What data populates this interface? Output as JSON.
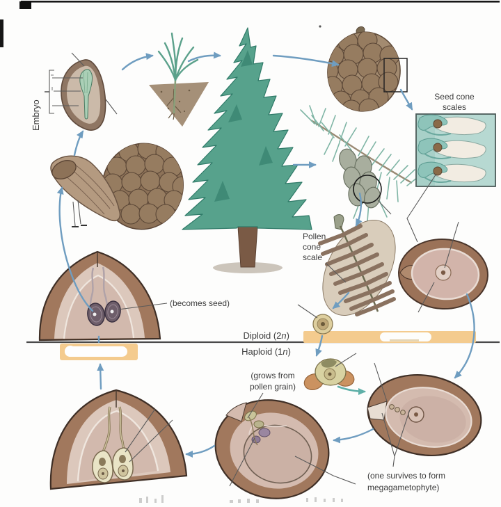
{
  "labels": {
    "embryo": "Embryo",
    "seed_cone_scales_1": "Seed cone",
    "seed_cone_scales_2": "scales",
    "pollen_cone_1": "Pollen",
    "pollen_cone_2": "cone",
    "pollen_cone_3": "scale",
    "becomes_seed": "(becomes seed)",
    "diploid_pre": "Diploid (2",
    "haploid_pre": "Haploid (1",
    "ploidy_n": "n",
    "paren": ")",
    "grows_1": "(grows from",
    "grows_2": "pollen grain)",
    "survives_1": "(one survives to form",
    "survives_2": "megagametophyte)"
  },
  "colors": {
    "arrow_blue": "#6f9dc0",
    "arrow_teal": "#5fb0a8",
    "tree_green": "#57a28c",
    "cone_brown": "#a38b70",
    "integument_brown": "#a1785d",
    "nucellus_pink": "#d4bbaf",
    "inset_teal": "#b7d9d2",
    "highlight_orange": "#f4cb8e",
    "label_text": "#3b3b3b"
  }
}
